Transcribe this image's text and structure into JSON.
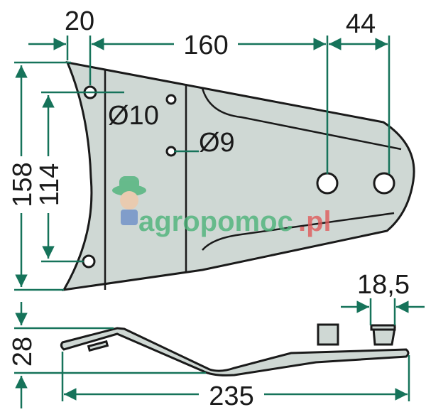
{
  "title": "Knife/blade technical drawing",
  "dimensions": {
    "top_offset": "20",
    "hole_spacing": "160",
    "end_spacing": "44",
    "total_height": "158",
    "hole_vertical": "114",
    "hole_diameter_large": "Ø10",
    "hole_diameter_small": "Ø9",
    "pin_width": "18,5",
    "side_height": "28",
    "total_length": "235"
  },
  "watermark": "agropomoc.pl",
  "colors": {
    "dimension": "#16735a",
    "plate": "#cfd8d4",
    "outline": "#1a1a1a",
    "wm_green": "#4db37a",
    "wm_red": "#e05a5a"
  }
}
